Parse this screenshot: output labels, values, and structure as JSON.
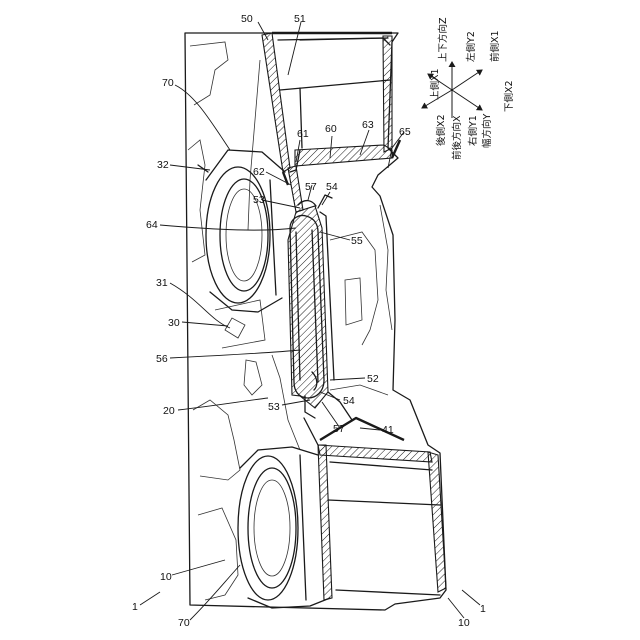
{
  "labels": {
    "n1a": "1",
    "n1b": "1",
    "n10a": "10",
    "n10b": "10",
    "n20": "20",
    "n30": "30",
    "n31": "31",
    "n32": "32",
    "n41": "41",
    "n50": "50",
    "n51": "51",
    "n52": "52",
    "n53a": "53",
    "n53b": "53",
    "n54a": "54",
    "n54b": "54",
    "n55": "55",
    "n56": "56",
    "n57a": "57",
    "n57b": "57",
    "n60": "60",
    "n61": "61",
    "n62": "62",
    "n63": "63",
    "n64": "64",
    "n65": "65",
    "n70a": "70",
    "n70b": "70"
  },
  "axes": {
    "z": "上下方向Z",
    "x1_up": "上側X1",
    "x2_back": "後側X2",
    "x_fb": "前後方向X",
    "y1_right": "右側Y1",
    "y2_left": "左側Y2",
    "y_width": "幅方向Y",
    "x1_front": "前側X1",
    "x2_down": "下側X2"
  }
}
